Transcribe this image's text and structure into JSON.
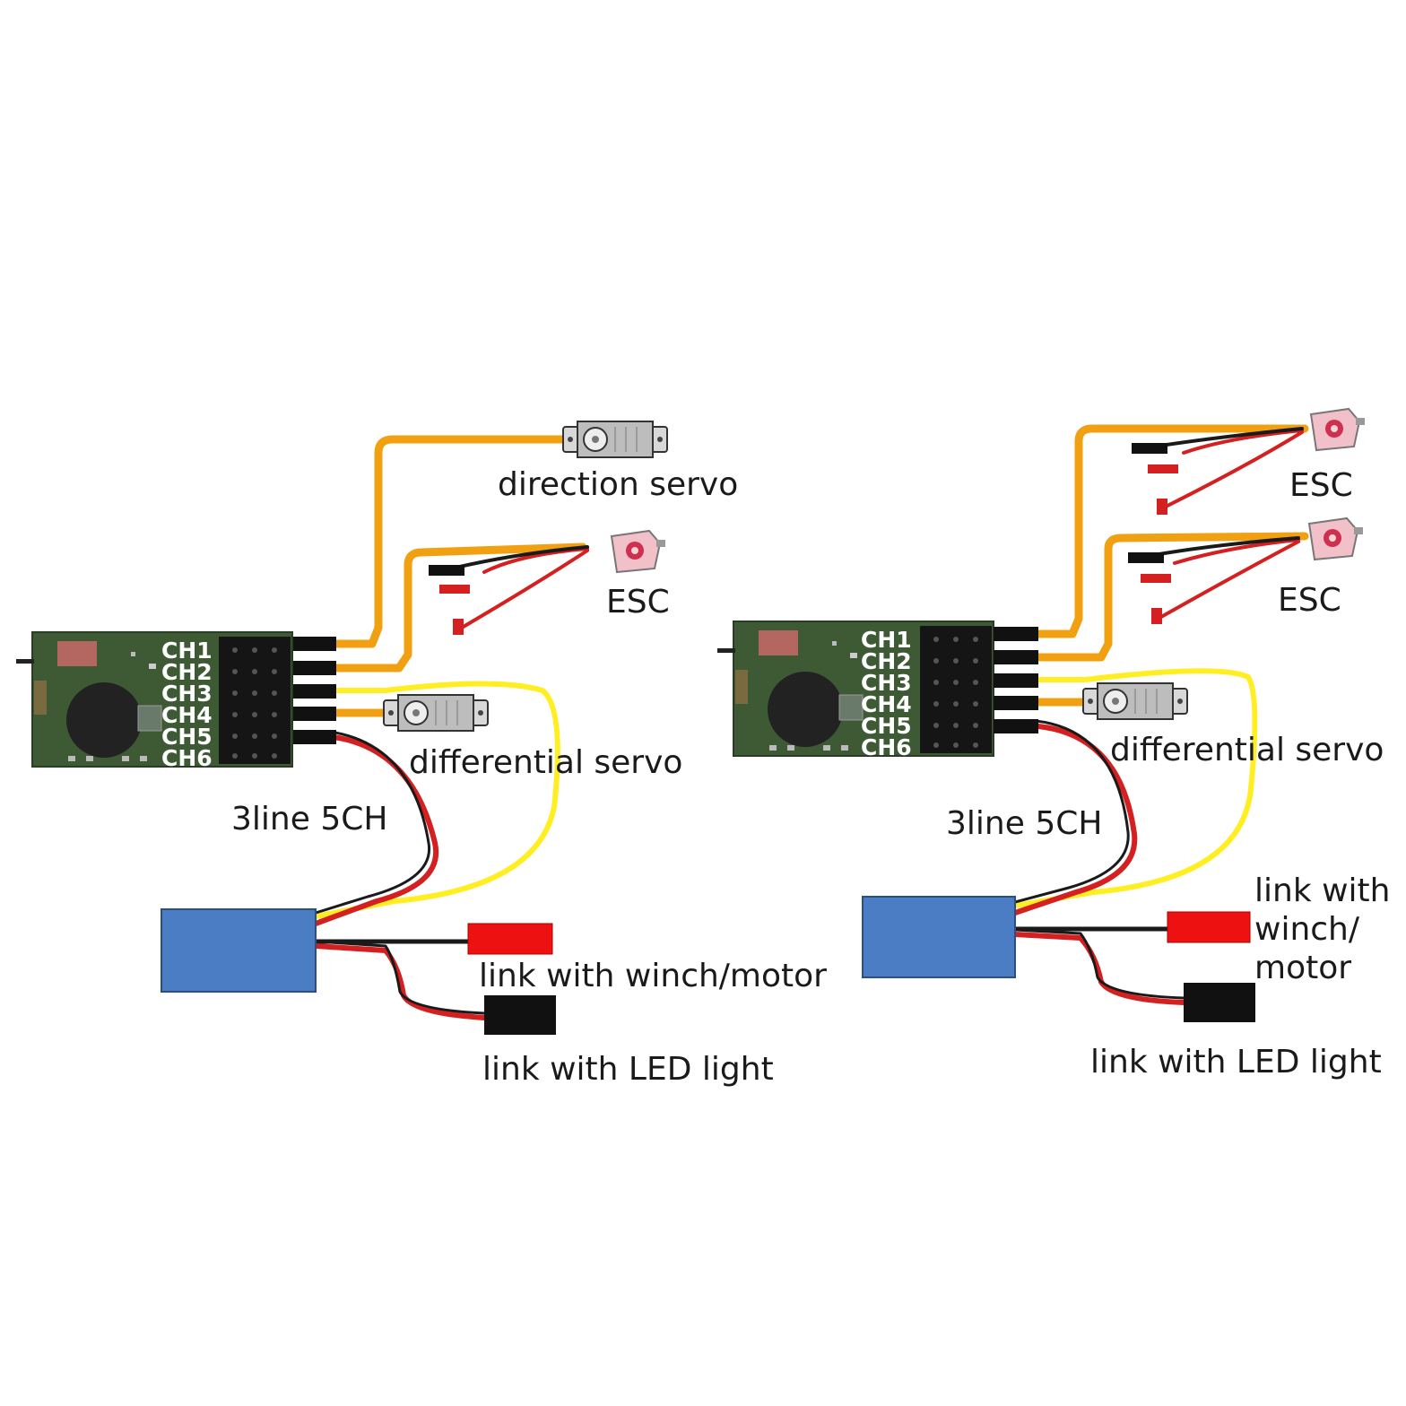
{
  "channel_labels": [
    "CH1",
    "CH2",
    "CH3",
    "CH4",
    "CH5",
    "CH6"
  ],
  "colors": {
    "signal_wire": "#f0a010",
    "power_wire": "#d42020",
    "ground_wire": "#1a1a1a",
    "aux_wire": "#ffee22",
    "board_green": "#3d5a34",
    "module_blue": "#4a7dc4",
    "connector_red": "#ee1111",
    "connector_black": "#111111"
  },
  "left_diagram": {
    "direction_servo_label": "direction servo",
    "esc_label": "ESC",
    "differential_servo_label": "differential servo",
    "mode_label": "3line 5CH",
    "winch_motor_label": "link with winch/motor",
    "led_light_label": "link with LED light"
  },
  "right_diagram": {
    "esc_top_label": "ESC",
    "esc_bottom_label": "ESC",
    "differential_servo_label": "differential servo",
    "mode_label": "3line  5CH",
    "winch_label_lines": [
      "link with",
      "winch/",
      "motor"
    ],
    "led_light_label": "link with LED light"
  }
}
